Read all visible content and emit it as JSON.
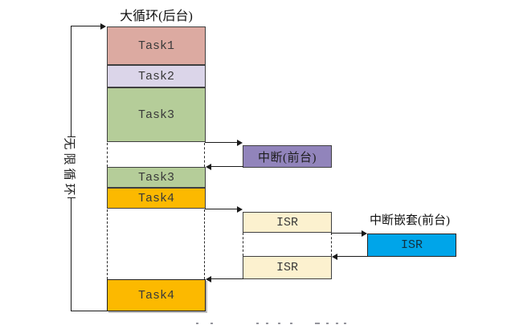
{
  "diagram": {
    "title": "大循环(后台)",
    "infinite_loop_label": "无限循环",
    "nested_interrupt_title": "中断嵌套(前台)"
  },
  "tasks": [
    {
      "label": "Task1",
      "color": "#dcaaa1"
    },
    {
      "label": "Task2",
      "color": "#dbd5e9"
    },
    {
      "label": "Task3",
      "color": "#b5cd99"
    },
    {
      "label": "Task3",
      "color": "#b5cd99"
    },
    {
      "label": "Task4",
      "color": "#fcb900"
    },
    {
      "label": "Task4",
      "color": "#fcb900"
    }
  ],
  "interrupt": {
    "label": "中断(前台)",
    "color": "#9184bb"
  },
  "isr": [
    {
      "label": "ISR",
      "color": "#fcf1cf"
    },
    {
      "label": "ISR",
      "color": "#fcf1cf"
    },
    {
      "label": "ISR",
      "color": "#00a5e9"
    }
  ],
  "colors": {
    "line": "#1a1a1a",
    "box_border": "#3f3f3f",
    "label_text": "#3a3a3a",
    "background": "#ffffff"
  }
}
